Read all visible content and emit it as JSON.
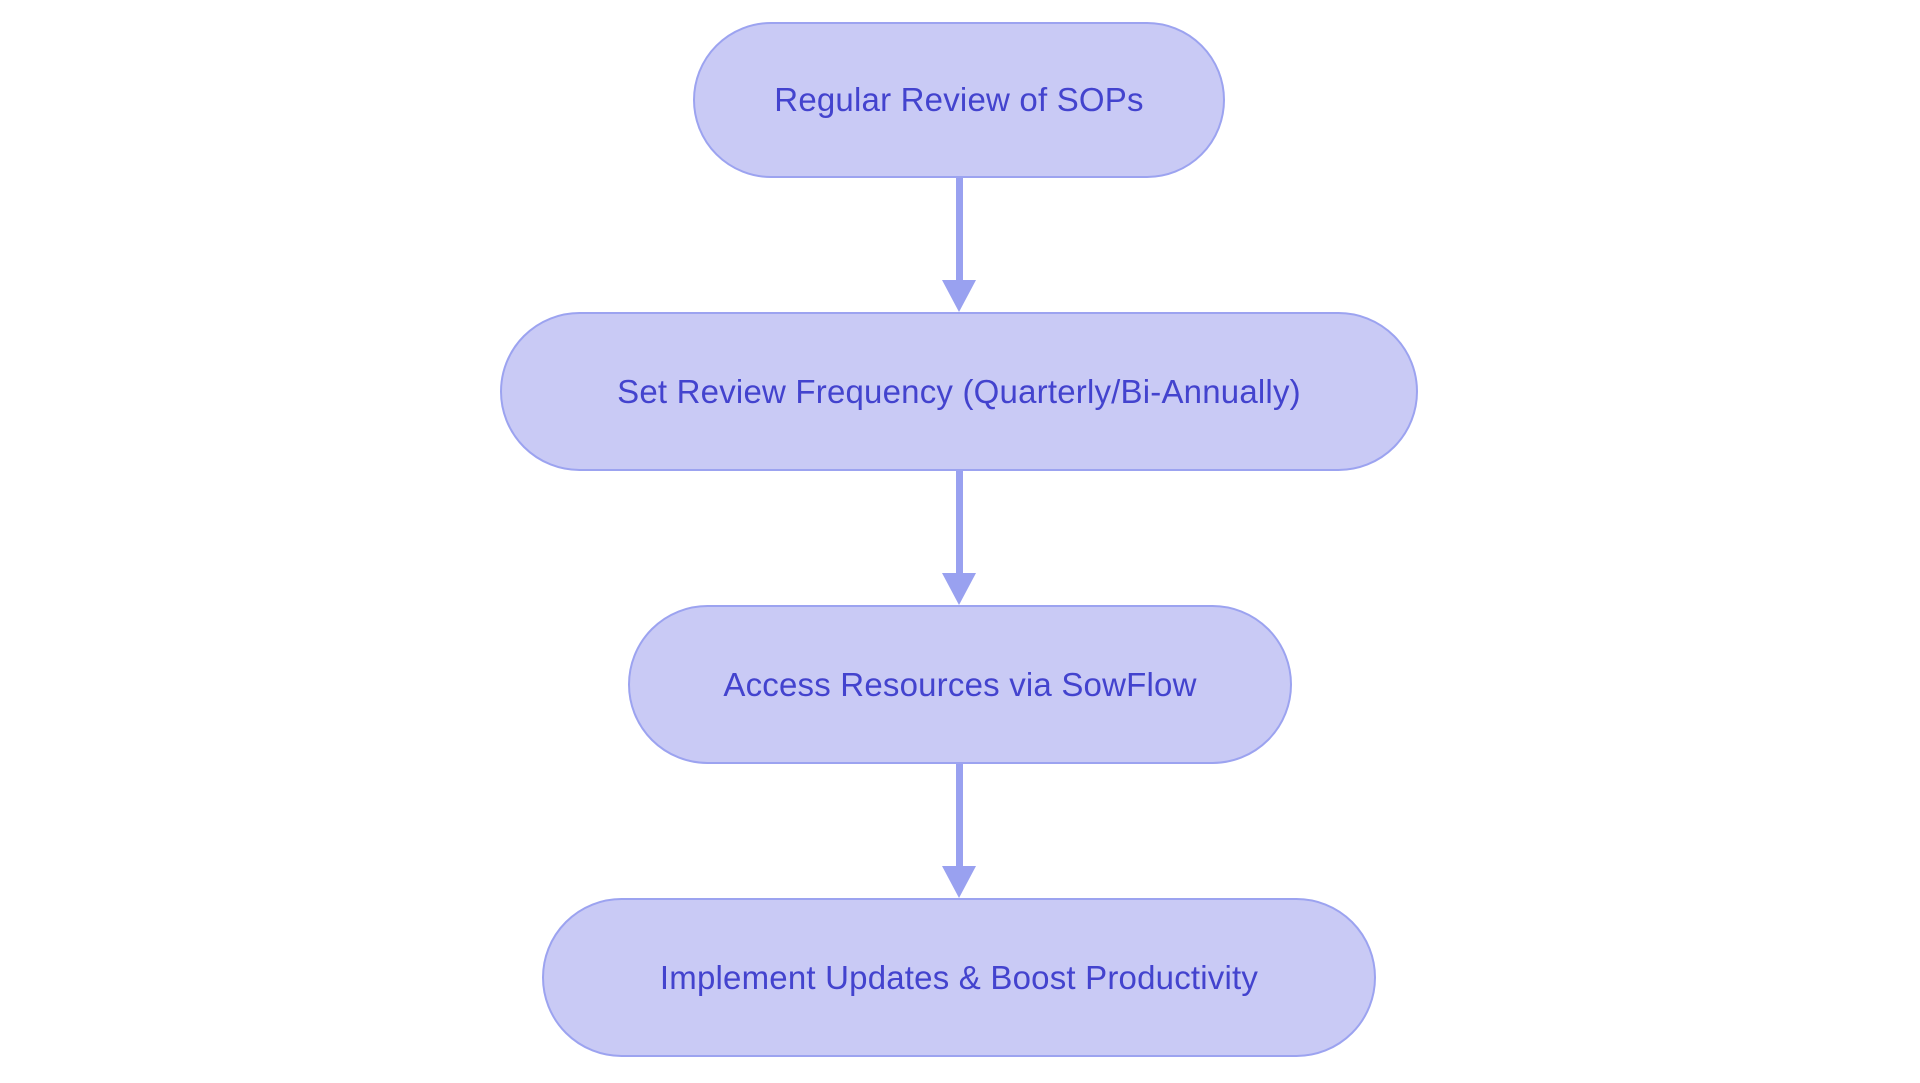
{
  "diagram": {
    "type": "flowchart",
    "direction": "top-down",
    "nodes": [
      {
        "id": "n1",
        "label": "Regular Review of SOPs"
      },
      {
        "id": "n2",
        "label": "Set Review Frequency (Quarterly/Bi-Annually)"
      },
      {
        "id": "n3",
        "label": "Access Resources via SowFlow"
      },
      {
        "id": "n4",
        "label": "Implement Updates & Boost Productivity"
      }
    ],
    "edges": [
      {
        "from": "n1",
        "to": "n2"
      },
      {
        "from": "n2",
        "to": "n3"
      },
      {
        "from": "n3",
        "to": "n4"
      }
    ],
    "colors": {
      "background": "#ffffff",
      "node_fill": "#c9caf5",
      "node_border": "#9ca3f0",
      "node_text": "#4343ce",
      "arrow": "#99a1f0"
    }
  }
}
